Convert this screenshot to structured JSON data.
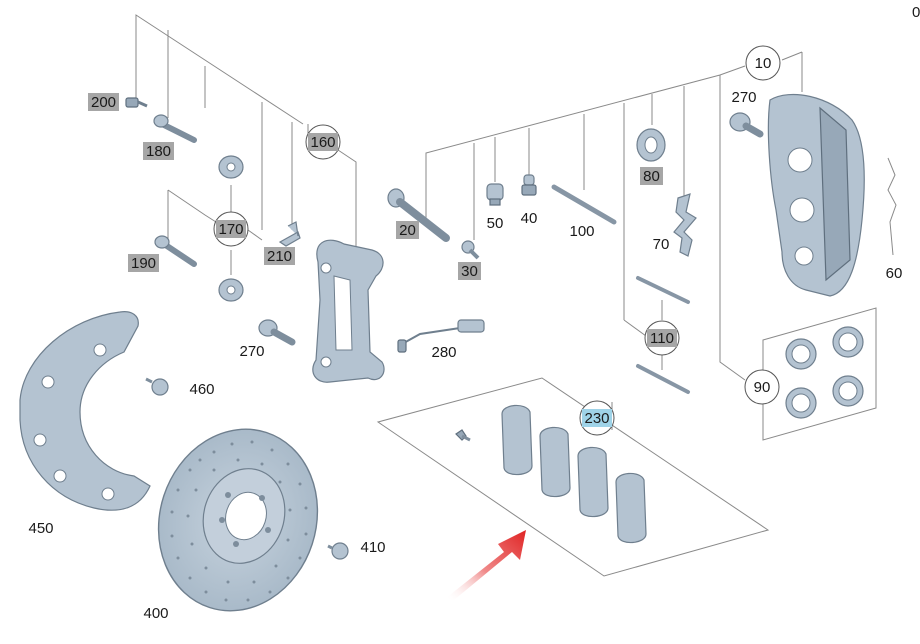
{
  "labels": {
    "p10": "10",
    "p20": "20",
    "p30": "30",
    "p40": "40",
    "p50": "50",
    "p60": "60",
    "p70": "70",
    "p80": "80",
    "p90": "90",
    "p100": "100",
    "p110": "110",
    "p160": "160",
    "p170": "170",
    "p180": "180",
    "p190": "190",
    "p200": "200",
    "p210": "210",
    "p230": "230",
    "p270a": "270",
    "p270b": "270",
    "p280": "280",
    "p400": "400",
    "p410": "410",
    "p450": "450",
    "p460": "460",
    "corner": "0"
  },
  "colors": {
    "highlight_gray": "#a6a6a6",
    "highlight_blue": "#9fd3e8",
    "part_fill": "#b4c3d1",
    "arrow_red": "#e03030"
  }
}
